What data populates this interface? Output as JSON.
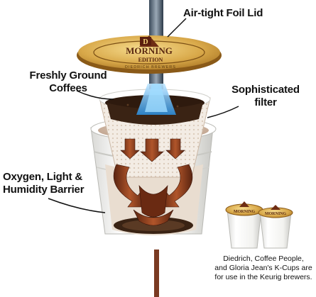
{
  "labels": {
    "lid": "Air-tight Foil Lid",
    "coffee_line1": "Freshly Ground",
    "coffee_line2": "Coffees",
    "filter_line1": "Sophisticated",
    "filter_line2": "filter",
    "barrier_line1": "Oxygen, Light &",
    "barrier_line2": "Humidity Barrier"
  },
  "caption": {
    "line1": "Diedrich, Coffee People,",
    "line2": "and Gloria Jean's K-Cups are",
    "line3": "for use in the Keurig brewers."
  },
  "lid_logo": {
    "brand_mark": "D",
    "line1": "MORNING",
    "line2": "EDITION",
    "ring_text": "DIEDRICH BREWERS"
  },
  "colors": {
    "coffee": "#3a2314",
    "flow_arrow": "#7a3418",
    "water_jet": "#3fa6e6",
    "lid_gold": "#c99a3a",
    "cup_white": "#f4f4f2"
  }
}
